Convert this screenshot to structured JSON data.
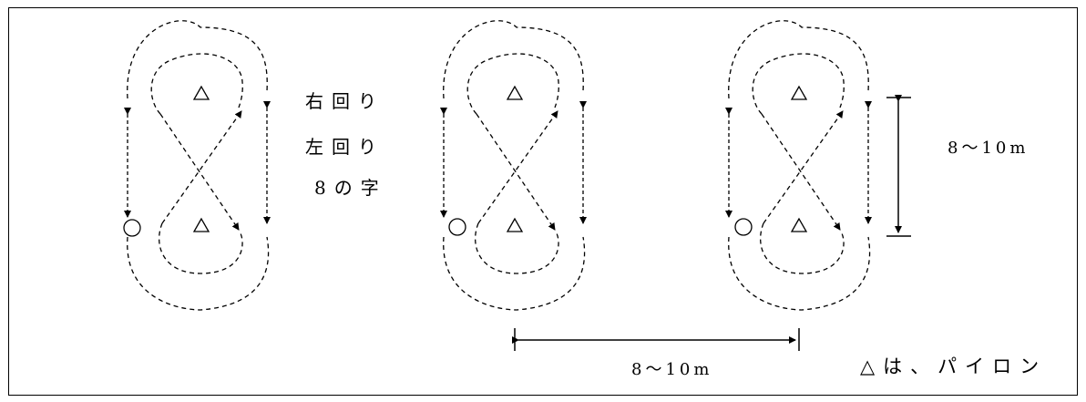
{
  "labels": {
    "right_turn": "右回り",
    "left_turn": "左回り",
    "figure_eight": "8の字"
  },
  "dimensions": {
    "vertical": "8～10m",
    "horizontal": "8～10m"
  },
  "legend": {
    "pylon_note": "△は、パイロン"
  },
  "symbols": {
    "pylon": "△",
    "start": "○"
  }
}
